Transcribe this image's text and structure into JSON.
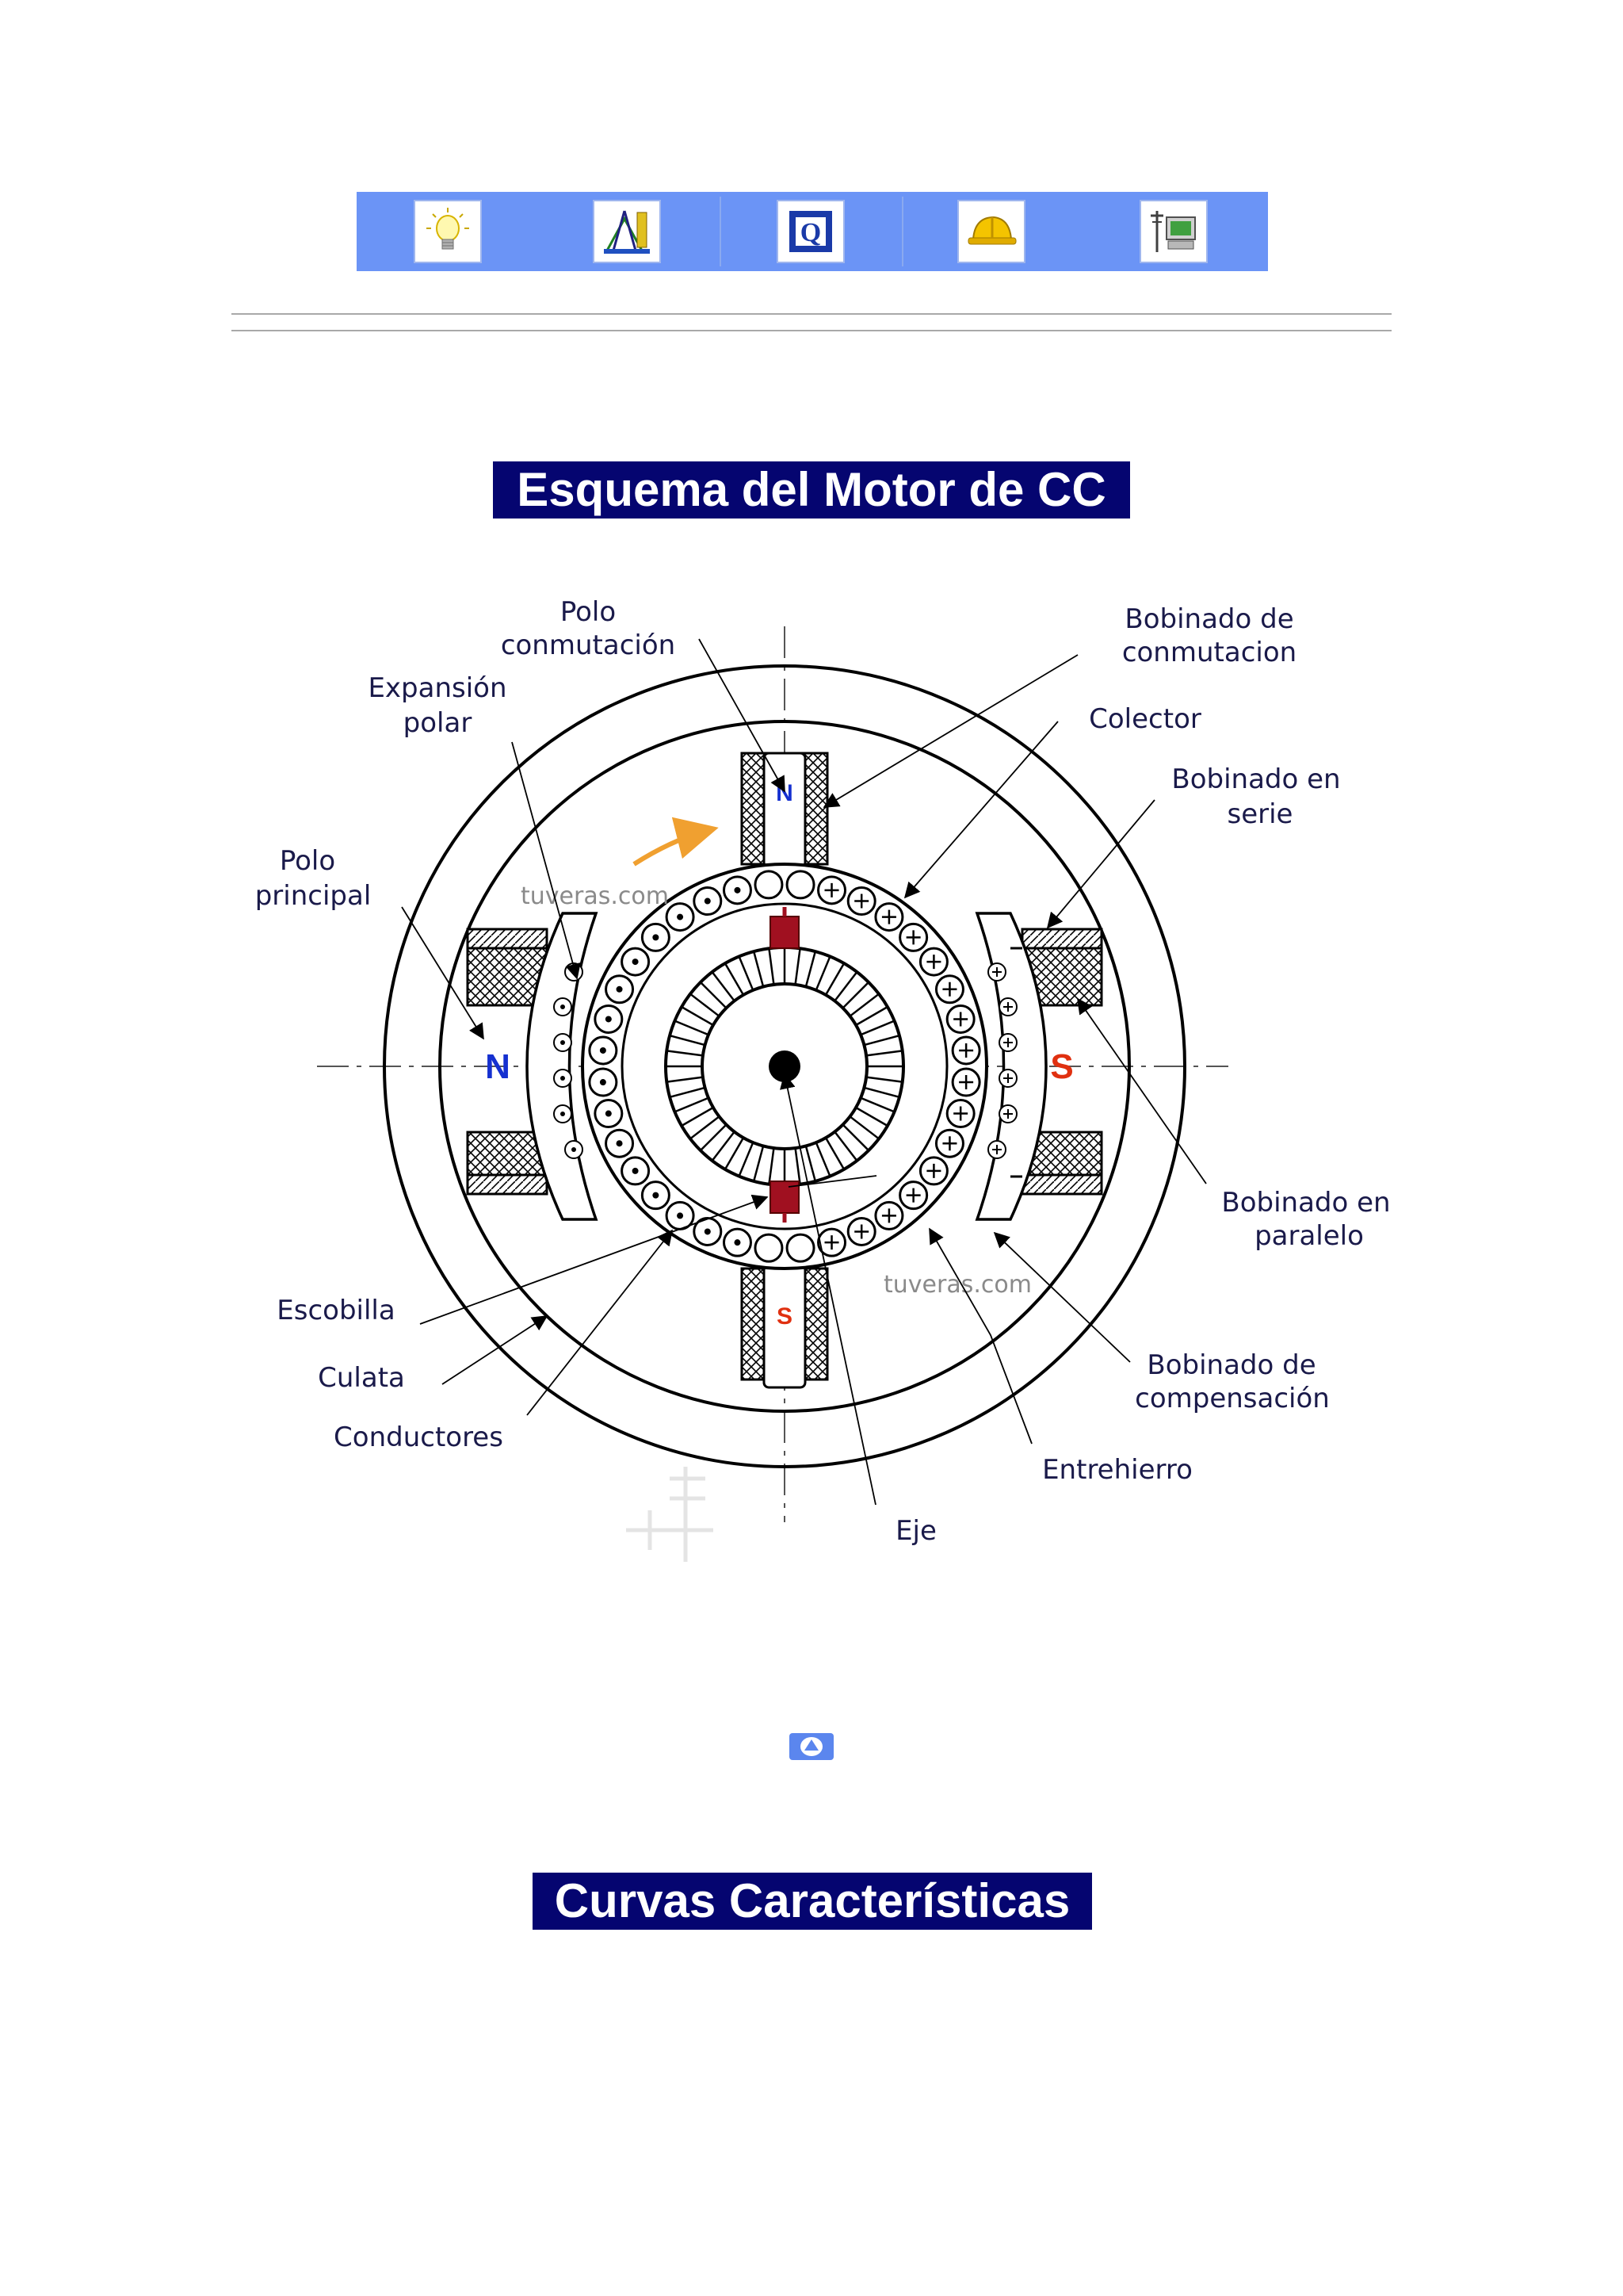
{
  "nav": {
    "buttons": [
      {
        "icon": "lightbulb-icon"
      },
      {
        "icon": "drafting-tools-icon"
      },
      {
        "icon": "quiz-q-icon"
      },
      {
        "icon": "hard-hat-icon"
      },
      {
        "icon": "computer-network-icon"
      }
    ]
  },
  "headings": {
    "schema_title": "Esquema del Motor de CC",
    "curves_title": "Curvas Características"
  },
  "diagram": {
    "labels": {
      "polo_conmutacion_1": "Polo",
      "polo_conmutacion_2": "conmutación",
      "bobinado_conmutacion_1": "Bobinado de",
      "bobinado_conmutacion_2": "conmutacion",
      "expansion_polar_1": "Expansión",
      "expansion_polar_2": "polar",
      "colector": "Colector",
      "bobinado_serie_1": "Bobinado en",
      "bobinado_serie_2": "serie",
      "polo_principal_1": "Polo",
      "polo_principal_2": "principal",
      "bobinado_paralelo_1": "Bobinado en",
      "bobinado_paralelo_2": "paralelo",
      "escobilla": "Escobilla",
      "culata": "Culata",
      "conductores": "Conductores",
      "bobinado_compensacion_1": "Bobinado de",
      "bobinado_compensacion_2": "compensación",
      "entrehierro": "Entrehierro",
      "eje": "Eje"
    },
    "poles": {
      "left": "N",
      "right": "S",
      "top": "N",
      "bottom": "S"
    },
    "watermark": "tuveras.com",
    "colors": {
      "north": "#1530d0",
      "south": "#e03010",
      "arrow": "#f0a030",
      "brush": "#a01020"
    }
  },
  "back_to_top": {
    "icon": "arrow-up-icon"
  }
}
